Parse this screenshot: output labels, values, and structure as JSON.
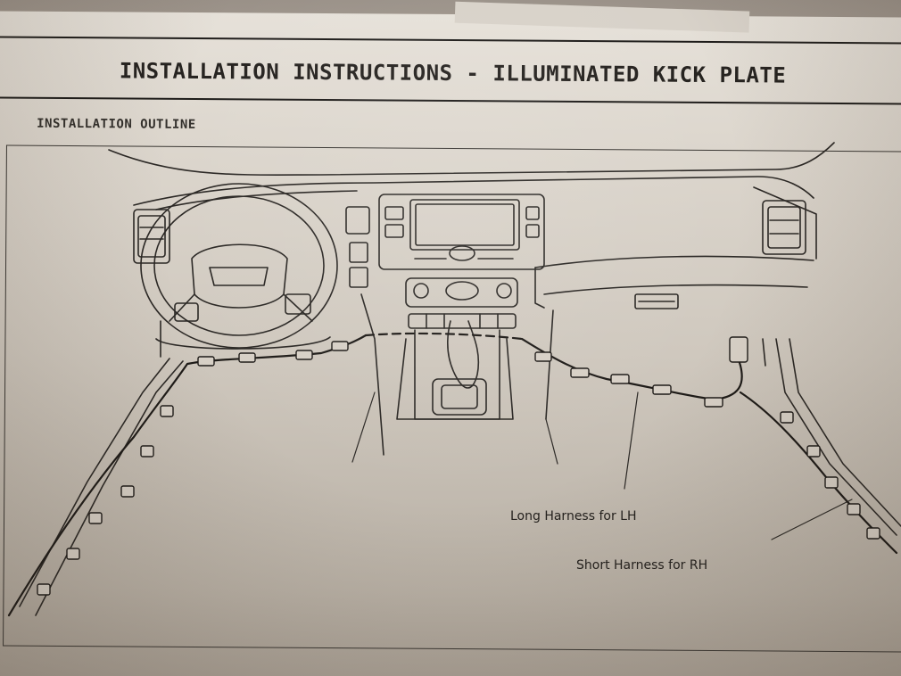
{
  "document": {
    "title": "INSTALLATION INSTRUCTIONS - ILLUMINATED KICK PLATE",
    "section": "INSTALLATION OUTLINE"
  },
  "figure": {
    "labels": {
      "long_harness": "Long Harness for LH",
      "short_harness": "Short Harness for RH"
    }
  }
}
